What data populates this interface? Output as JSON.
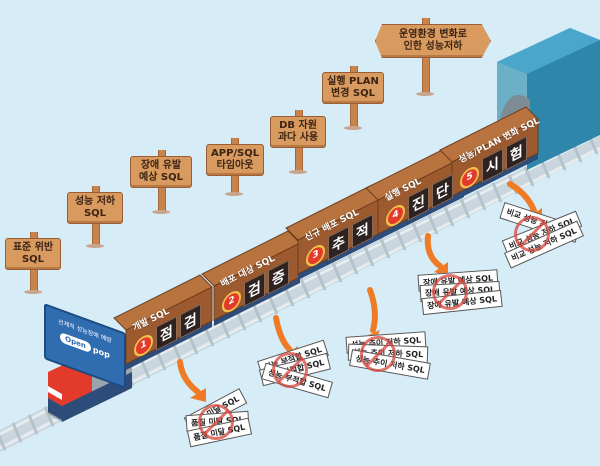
{
  "colors": {
    "background": "#d6ecf7",
    "sign_wood": "#d89a5f",
    "car_wood": "#9c5a2e",
    "tunnel": "#3f95b8",
    "arrow": "#f07b26",
    "ban": "#d6463c",
    "locomotive_red": "#e23a2b",
    "billboard_blue": "#2f6cb0"
  },
  "signposts": [
    {
      "line1": "표준 위반",
      "line2": "SQL"
    },
    {
      "line1": "성능 저하",
      "line2": "SQL"
    },
    {
      "line1": "장애 유발",
      "line2": "예상 SQL"
    },
    {
      "line1": "APP/SQL",
      "line2": "타임아웃"
    },
    {
      "line1": "DB 자원",
      "line2": "과다 사용"
    },
    {
      "line1": "실행 PLAN",
      "line2": "변경 SQL"
    },
    {
      "line1": "운영환경 변화로",
      "line2": "인한 성능저하"
    }
  ],
  "billboard": {
    "slogan": "선제적 성능장애 예방",
    "logo_open": "Open",
    "logo_pop": "pop"
  },
  "cars": [
    {
      "number": "1",
      "label": "개발 SQL",
      "step_1": "점",
      "step_2": "검"
    },
    {
      "number": "2",
      "label": "배포 대상 SQL",
      "step_1": "검",
      "step_2": "증"
    },
    {
      "number": "3",
      "label": "신규 배포 SQL",
      "step_1": "추",
      "step_2": "적"
    },
    {
      "number": "4",
      "label": "실행 SQL",
      "step_1": "진",
      "step_2": "단"
    },
    {
      "number": "5",
      "label": "성능/PLAN 변화 SQL",
      "step_1": "시",
      "step_2": "험"
    }
  ],
  "rejected_piles": [
    {
      "text": "품질 미달 SQL"
    },
    {
      "text": "성능 부적합 SQL"
    },
    {
      "text": "성능 추이 저하 SQL"
    },
    {
      "text": "장애 유발 예상 SQL"
    },
    {
      "text": "비교 성능 저하 SQL"
    }
  ]
}
